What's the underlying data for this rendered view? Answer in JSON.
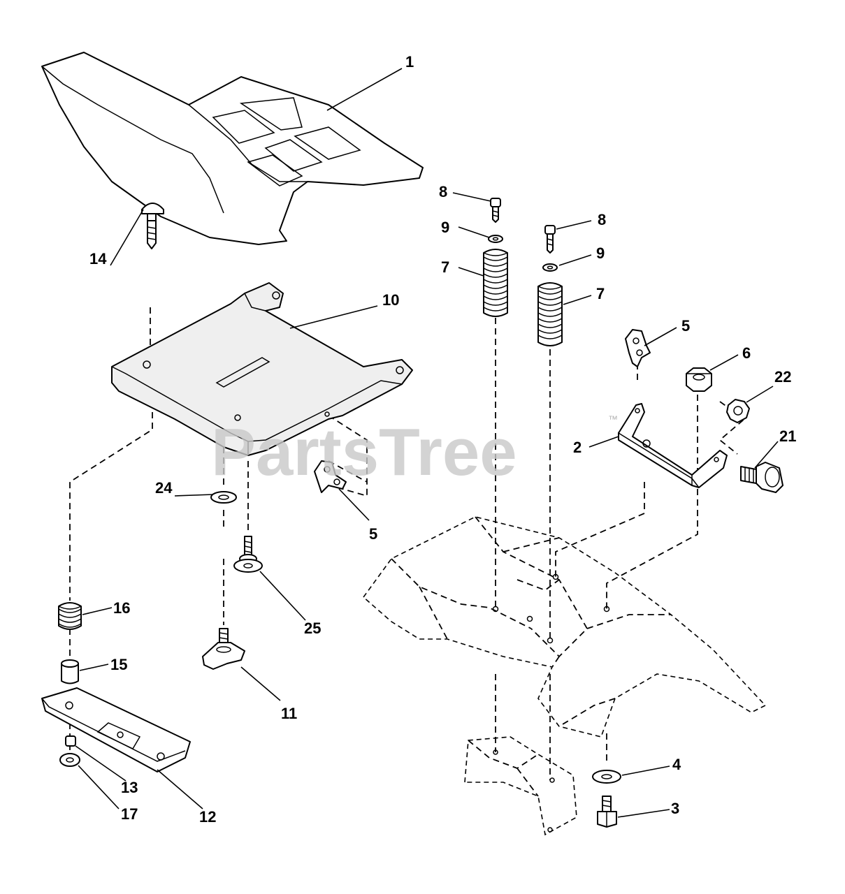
{
  "watermark": {
    "text": "PartsTree",
    "trademark": "™"
  },
  "callouts": [
    "1",
    "14",
    "10",
    "8",
    "9",
    "7",
    "8",
    "9",
    "7",
    "5",
    "6",
    "22",
    "2",
    "21",
    "24",
    "5",
    "25",
    "16",
    "15",
    "11",
    "13",
    "12",
    "17",
    "4",
    "3"
  ],
  "colors": {
    "line": "#000000",
    "watermark": "#c8c8c8",
    "background": "#ffffff"
  }
}
